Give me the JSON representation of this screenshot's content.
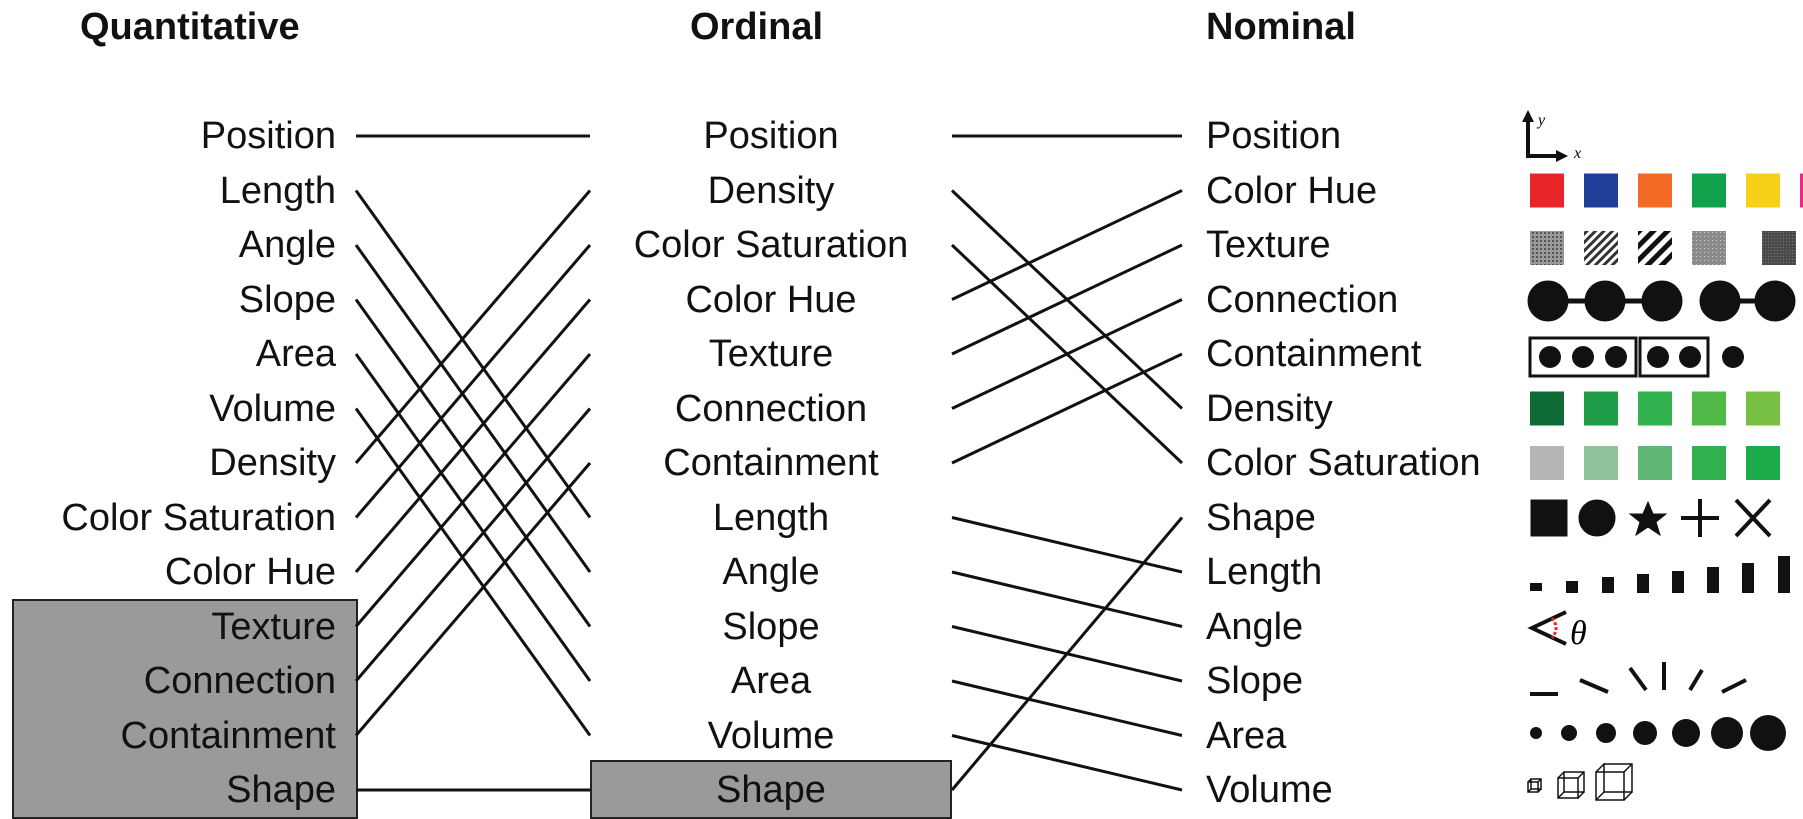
{
  "headers": {
    "quantitative": "Quantitative",
    "ordinal": "Ordinal",
    "nominal": "Nominal"
  },
  "quantitative": [
    "Position",
    "Length",
    "Angle",
    "Slope",
    "Area",
    "Volume",
    "Density",
    "Color Saturation",
    "Color Hue",
    "Texture",
    "Connection",
    "Containment",
    "Shape"
  ],
  "ordinal": [
    "Position",
    "Density",
    "Color Saturation",
    "Color Hue",
    "Texture",
    "Connection",
    "Containment",
    "Length",
    "Angle",
    "Slope",
    "Area",
    "Volume",
    "Shape"
  ],
  "nominal": [
    "Position",
    "Color Hue",
    "Texture",
    "Connection",
    "Containment",
    "Density",
    "Color Saturation",
    "Shape",
    "Length",
    "Angle",
    "Slope",
    "Area",
    "Volume"
  ],
  "icons": {
    "axis_y": "y",
    "axis_x": "x",
    "angle_symbol": "θ",
    "hue_colors": [
      "#e8262a",
      "#1f3f99",
      "#f26a24",
      "#12a14b",
      "#f7d117",
      "#e72a8a"
    ],
    "saturation_colors": [
      "#b5b5b5",
      "#8fc49b",
      "#5fb873",
      "#30b14e",
      "#1daa4a"
    ],
    "density_colors": [
      "#0f6b36",
      "#1e9c48",
      "#32b14f",
      "#4fb846",
      "#78c043"
    ]
  }
}
